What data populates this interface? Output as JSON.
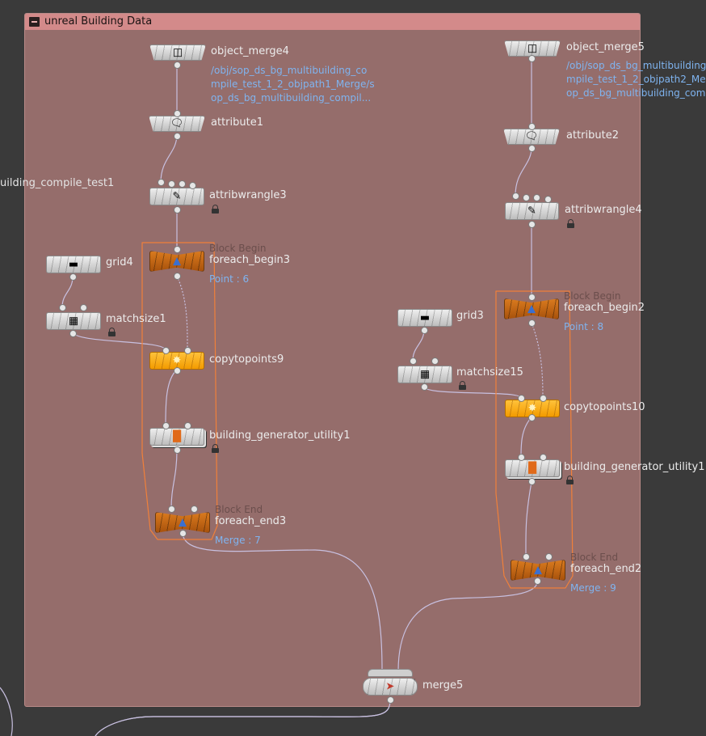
{
  "network_box": {
    "title": "unreal Building Data"
  },
  "outside_text": "uilding_compile_test1",
  "nodes": {
    "object_merge4": {
      "name": "object_merge4",
      "path_lines": [
        "/obj/sop_ds_bg_multibuilding_co",
        "mpile_test_1_2_objpath1_Merge/s",
        "op_ds_bg_multibuilding_compil..."
      ]
    },
    "object_merge5": {
      "name": "object_merge5",
      "path_lines": [
        "/obj/sop_ds_bg_multibuilding",
        "mpile_test_1_2_objpath2_Me",
        "op_ds_bg_multibuilding_com"
      ]
    },
    "attribute1": {
      "name": "attribute1"
    },
    "attribute2": {
      "name": "attribute2"
    },
    "attribwrangle3": {
      "name": "attribwrangle3"
    },
    "attribwrangle4": {
      "name": "attribwrangle4"
    },
    "foreach_begin3": {
      "type_label": "Block Begin",
      "name": "foreach_begin3",
      "info": "Point : 6"
    },
    "foreach_begin2": {
      "type_label": "Block Begin",
      "name": "foreach_begin2",
      "info": "Point : 8"
    },
    "grid4": {
      "name": "grid4"
    },
    "grid3": {
      "name": "grid3"
    },
    "matchsize1": {
      "name": "matchsize1"
    },
    "matchsize15": {
      "name": "matchsize15"
    },
    "copytopoints9": {
      "name": "copytopoints9"
    },
    "copytopoints10": {
      "name": "copytopoints10"
    },
    "building_generator_utility1": {
      "name": "building_generator_utility1"
    },
    "building_generator_utility2": {
      "name": "building_generator_utility1"
    },
    "foreach_end3": {
      "type_label": "Block End",
      "name": "foreach_end3",
      "info": "Merge : 7"
    },
    "foreach_end2": {
      "type_label": "Block End",
      "name": "foreach_end2",
      "info": "Merge : 9"
    },
    "merge5": {
      "name": "merge5"
    }
  },
  "colors": {
    "network_box_bg": "#956d6b",
    "network_box_header": "#d38a8a",
    "block_node": "#c96a14",
    "copy_node": "#f8a81a",
    "wire": "#c8c0e0",
    "param_text": "#7fb4f0",
    "canvas_bg": "#3a3a3a"
  },
  "icons": {
    "object_merge": "object-merge-icon",
    "attribute": "attribute-icon",
    "attribwrangle": "wrangle-icon",
    "foreach": "foreach-block-icon",
    "grid": "grid-icon",
    "matchsize": "matchsize-icon",
    "copytopoints": "copy-to-points-icon",
    "building_generator": "building-generator-icon",
    "merge": "merge-icon",
    "lock": "lock-icon"
  }
}
